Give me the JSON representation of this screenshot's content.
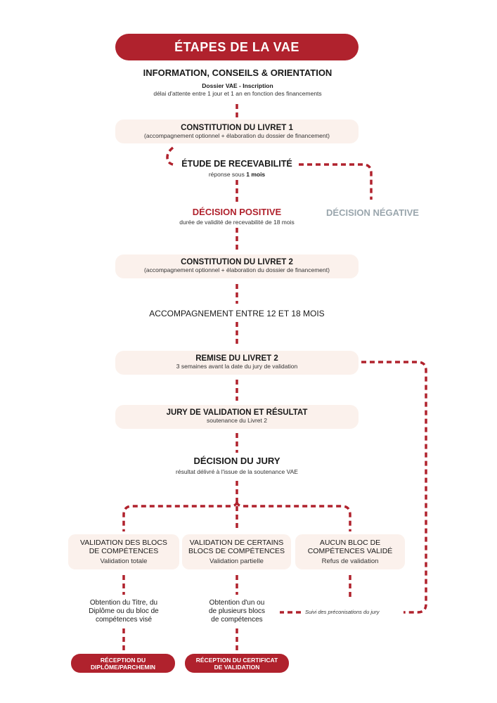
{
  "title": "ÉTAPES DE LA VAE",
  "info": {
    "title": "INFORMATION, CONSEILS & ORIENTATION",
    "sub_bold": "Dossier VAE - Inscription",
    "sub": "délai d'attente entre 1 jour et 1 an en fonction des financements"
  },
  "livret1": {
    "title": "CONSTITUTION DU LIVRET 1",
    "sub": "(accompagnement optionnel + élaboration du dossier de financement)"
  },
  "recevabilite": {
    "title": "ÉTUDE DE RECEVABILITÉ",
    "sub_pre": "réponse sous ",
    "sub_bold": "1 mois"
  },
  "positive": {
    "title": "DÉCISION POSITIVE",
    "sub": "durée de validité de recevabilité de 18 mois"
  },
  "negative": {
    "title": "DÉCISION NÉGATIVE"
  },
  "livret2": {
    "title": "CONSTITUTION DU LIVRET 2",
    "sub": "(accompagnement optionnel + élaboration du dossier de financement)"
  },
  "accompagnement": "ACCOMPAGNEMENT ENTRE 12 ET 18 MOIS",
  "remise": {
    "title": "REMISE DU LIVRET 2",
    "sub": "3 semaines avant la date du jury de validation"
  },
  "jury": {
    "title": "JURY DE VALIDATION ET RÉSULTAT",
    "sub": "soutenance du Livret 2"
  },
  "decision_jury": {
    "title": "DÉCISION DU JURY",
    "sub": "résultat délivré à l'issue de la soutenance VAE"
  },
  "outcomes": [
    {
      "title_l1": "VALIDATION DES BLOCS",
      "title_l2": "DE COMPÉTENCES",
      "sub": "Validation totale",
      "result_l1": "Obtention du Titre, du",
      "result_l2": "Diplôme ou du bloc de",
      "result_l3": "compétences visé",
      "badge_l1": "RÉCEPTION DU",
      "badge_l2": "DIPLÔME/PARCHEMIN"
    },
    {
      "title_l1": "VALIDATION DE CERTAINS",
      "title_l2": "BLOCS DE COMPÉTENCES",
      "sub": "Validation partielle",
      "result_l1": "Obtention d'un ou",
      "result_l2": "de plusieurs blocs",
      "result_l3": "de compétences",
      "badge_l1": "RÉCEPTION DU CERTIFICAT",
      "badge_l2": "DE VALIDATION"
    },
    {
      "title_l1": "AUCUN BLOC DE",
      "title_l2": "COMPÉTENCES VALIDÉ",
      "sub": "Refus de validation"
    }
  ],
  "suivi": "Suivi des préconisations du jury",
  "colors": {
    "accent": "#b0222d",
    "pill_bg": "#fbf1ec",
    "negative": "#9aa6ad"
  }
}
